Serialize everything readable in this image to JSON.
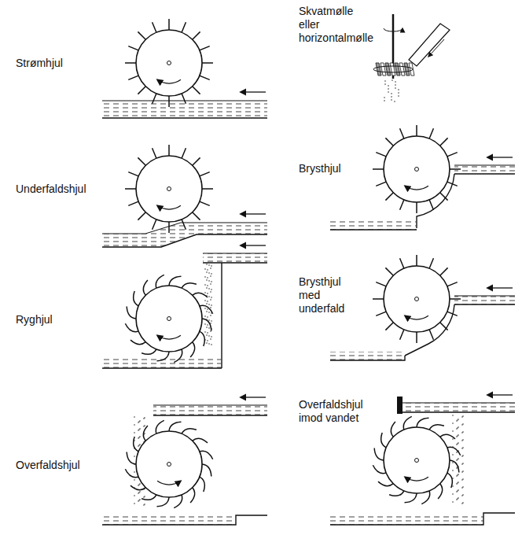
{
  "diagram": {
    "labels": [
      "Strømhjul",
      "Skvatmølle eller horizontalmølle",
      "Underfaldshjul",
      "Brysthjul",
      "Ryghjul",
      "Brysthjul med underfald",
      "Overfaldshjul",
      "Overfaldshjul imod vandet"
    ]
  }
}
